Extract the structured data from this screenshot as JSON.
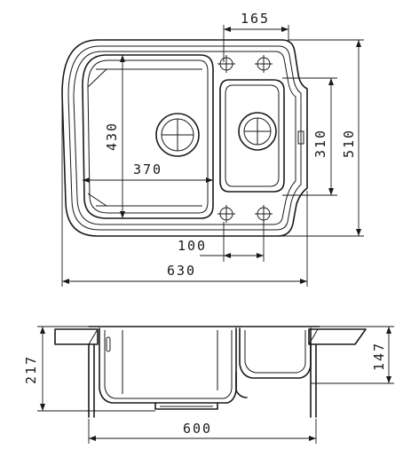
{
  "dimensions": {
    "bowl_spacing": "165",
    "main_bowl_depth": "430",
    "main_bowl_width": "370",
    "second_bowl_depth": "310",
    "overall_depth": "510",
    "bowl_offset": "100",
    "overall_width": "630",
    "overall_height": "217",
    "small_bowl_height": "147",
    "cabinet_width": "600"
  }
}
